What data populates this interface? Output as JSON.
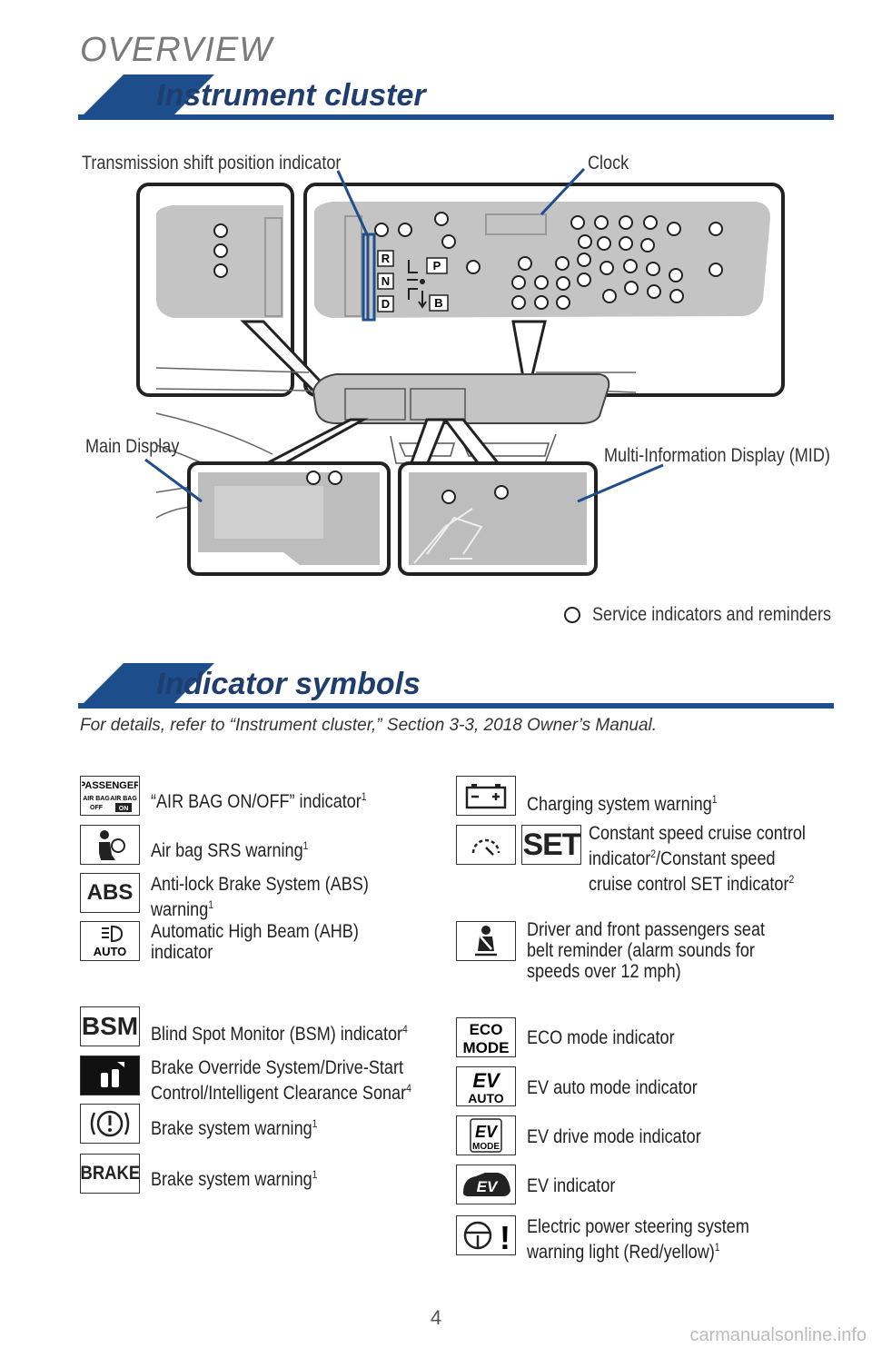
{
  "header": {
    "section": "OVERVIEW",
    "title1": "Instrument cluster",
    "title2": "Indicator symbols"
  },
  "callouts": {
    "transmission": "Transmission shift position indicator",
    "clock": "Clock",
    "main_display": "Main Display",
    "mid": "Multi-Information Display (MID)",
    "legend": "Service indicators and reminders"
  },
  "gear_letters": [
    "R",
    "N",
    "D",
    "P",
    "B"
  ],
  "note": "For details, refer to “Instrument cluster,” Section 3-3, 2018 Owner’s Manual.",
  "icon_text": {
    "passenger": "PASSENGER",
    "airbag": "AIR BAG",
    "off": "OFF",
    "on": "ON",
    "abs": "ABS",
    "auto": "AUTO",
    "set": "SET",
    "bsm": "BSM",
    "brake": "BRAKE",
    "eco": "ECO",
    "mode": "MODE",
    "ev": "EV",
    "exclaim": "!"
  },
  "left_items": [
    {
      "text": "“AIR BAG ON/OFF” indicator",
      "sup": "1"
    },
    {
      "text": "Air bag SRS warning",
      "sup": "1"
    },
    {
      "line1": "Anti-lock Brake System (ABS)",
      "line2": "warning",
      "sup": "1"
    },
    {
      "line1": "Automatic High Beam (AHB)",
      "line2": "indicator"
    },
    {
      "text": "Blind Spot Monitor (BSM) indicator",
      "sup": "4"
    },
    {
      "line1": "Brake Override System/Drive-Start",
      "line2": "Control/Intelligent Clearance Sonar",
      "sup": "4"
    },
    {
      "text": "Brake system warning",
      "sup": "1"
    },
    {
      "text": "Brake system warning",
      "sup": "1"
    }
  ],
  "right_items": [
    {
      "text": "Charging system warning",
      "sup": "1"
    },
    {
      "line1": "Constant speed cruise control",
      "line2a": "indicator",
      "sup_a": "2",
      "line2b": "/Constant speed",
      "line3": "cruise control SET indicator",
      "sup": "2"
    },
    {
      "line1": "Driver and front passengers seat",
      "line2": "belt reminder (alarm sounds for",
      "line3": "speeds over 12 mph)"
    },
    {
      "text": "ECO mode indicator"
    },
    {
      "text": "EV auto mode indicator"
    },
    {
      "text": "EV drive mode indicator"
    },
    {
      "text": "EV indicator"
    },
    {
      "line1": "Electric power steering system",
      "line2": "warning light (Red/yellow)",
      "sup": "1"
    }
  ],
  "page_number": "4",
  "watermark": "carmanualsonline.info",
  "colors": {
    "accent": "#1f4e8c",
    "title": "#1f3d6e",
    "panel": "#bdbdbd",
    "callout": "#1f4e8c"
  }
}
